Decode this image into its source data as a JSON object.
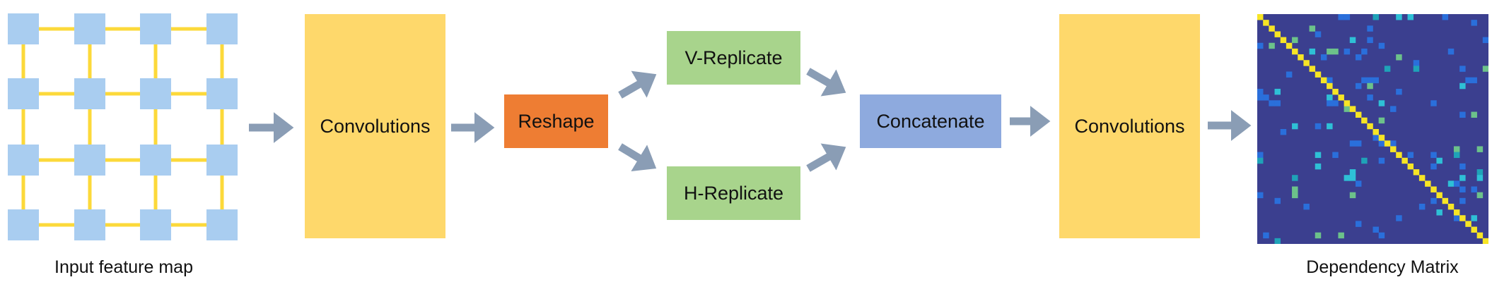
{
  "labels": {
    "input_caption": "Input feature map",
    "conv1": "Convolutions",
    "reshape": "Reshape",
    "v_replicate": "V-Replicate",
    "h_replicate": "H-Replicate",
    "concatenate": "Concatenate",
    "conv2": "Convolutions",
    "output_caption": "Dependency Matrix"
  },
  "colors": {
    "node_fill": "#a9cdf0",
    "edge": "#fcd93a",
    "conv_fill": "#fed86b",
    "reshape_fill": "#ee7d33",
    "replicate_fill": "#a8d48c",
    "concat_fill": "#8eaade",
    "arrow": "#8a9db5",
    "matrix_bg": "#3b3f8f",
    "matrix_diag": "#f7e525",
    "matrix_blue": "#2a6fdb",
    "matrix_teal": "#1fa3b8",
    "matrix_cyan": "#2ec0d6",
    "matrix_green": "#6cc28a"
  },
  "input_grid": {
    "rows": 4,
    "cols": 4
  },
  "matrix": {
    "size": 40
  }
}
